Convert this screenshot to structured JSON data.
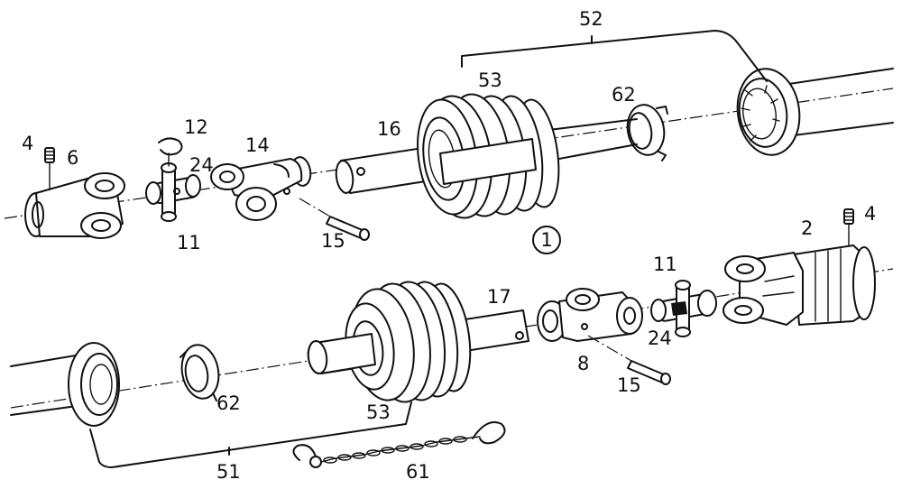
{
  "diagram": {
    "labels": {
      "p52": "52",
      "p53_top": "53",
      "p62_top": "62",
      "p12": "12",
      "p16": "16",
      "p4_left": "4",
      "p6": "6",
      "p14": "14",
      "p24_top": "24",
      "p11_top": "11",
      "p15_top": "15",
      "view_number": "1",
      "p2": "2",
      "p4_right": "4",
      "p11_bottom": "11",
      "p17": "17",
      "p24_bottom": "24",
      "p8": "8",
      "p15_bottom": "15",
      "p62_bottom": "62",
      "p53_bottom": "53",
      "p51": "51",
      "p61": "61"
    }
  }
}
